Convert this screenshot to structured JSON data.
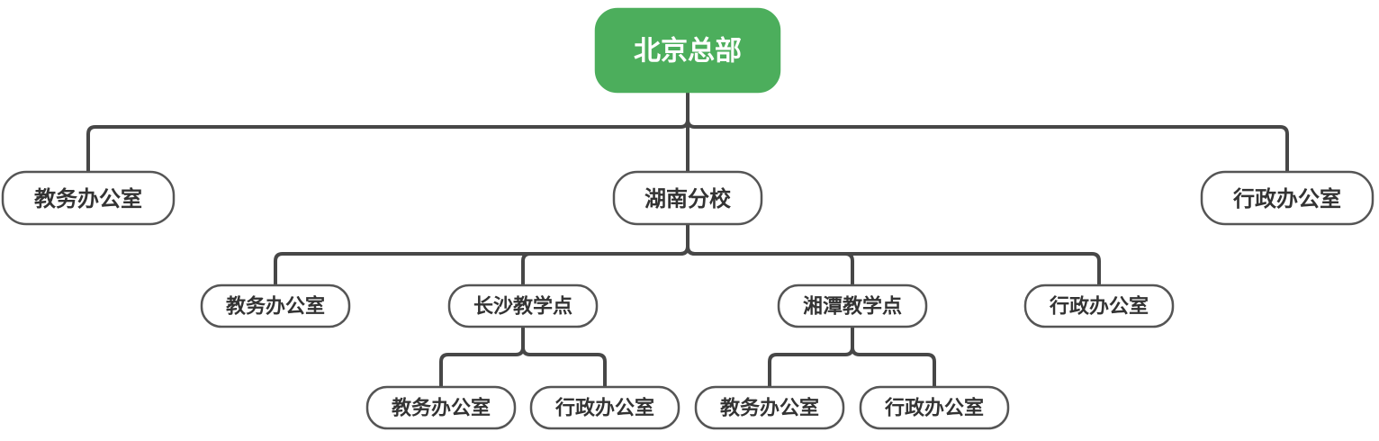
{
  "colors": {
    "root_fill": "#4cae5c",
    "root_text": "#ffffff",
    "node_fill": "#ffffff",
    "node_border": "#555555",
    "node_text": "#333333",
    "connector": "#474747"
  },
  "diagram": {
    "nodes": [
      {
        "id": "root",
        "label": "北京总部"
      },
      {
        "id": "hq-academic",
        "label": "教务办公室"
      },
      {
        "id": "hunan",
        "label": "湖南分校"
      },
      {
        "id": "hq-admin",
        "label": "行政办公室"
      },
      {
        "id": "hn-academic",
        "label": "教务办公室"
      },
      {
        "id": "changsha",
        "label": "长沙教学点"
      },
      {
        "id": "xiangtan",
        "label": "湘潭教学点"
      },
      {
        "id": "hn-admin",
        "label": "行政办公室"
      },
      {
        "id": "cs-academic",
        "label": "教务办公室"
      },
      {
        "id": "cs-admin",
        "label": "行政办公室"
      },
      {
        "id": "xt-academic",
        "label": "教务办公室"
      },
      {
        "id": "xt-admin",
        "label": "行政办公室"
      }
    ],
    "edges": [
      {
        "from": "root",
        "to": "hq-academic"
      },
      {
        "from": "root",
        "to": "hunan"
      },
      {
        "from": "root",
        "to": "hq-admin"
      },
      {
        "from": "hunan",
        "to": "hn-academic"
      },
      {
        "from": "hunan",
        "to": "changsha"
      },
      {
        "from": "hunan",
        "to": "xiangtan"
      },
      {
        "from": "hunan",
        "to": "hn-admin"
      },
      {
        "from": "changsha",
        "to": "cs-academic"
      },
      {
        "from": "changsha",
        "to": "cs-admin"
      },
      {
        "from": "xiangtan",
        "to": "xt-academic"
      },
      {
        "from": "xiangtan",
        "to": "xt-admin"
      }
    ]
  }
}
